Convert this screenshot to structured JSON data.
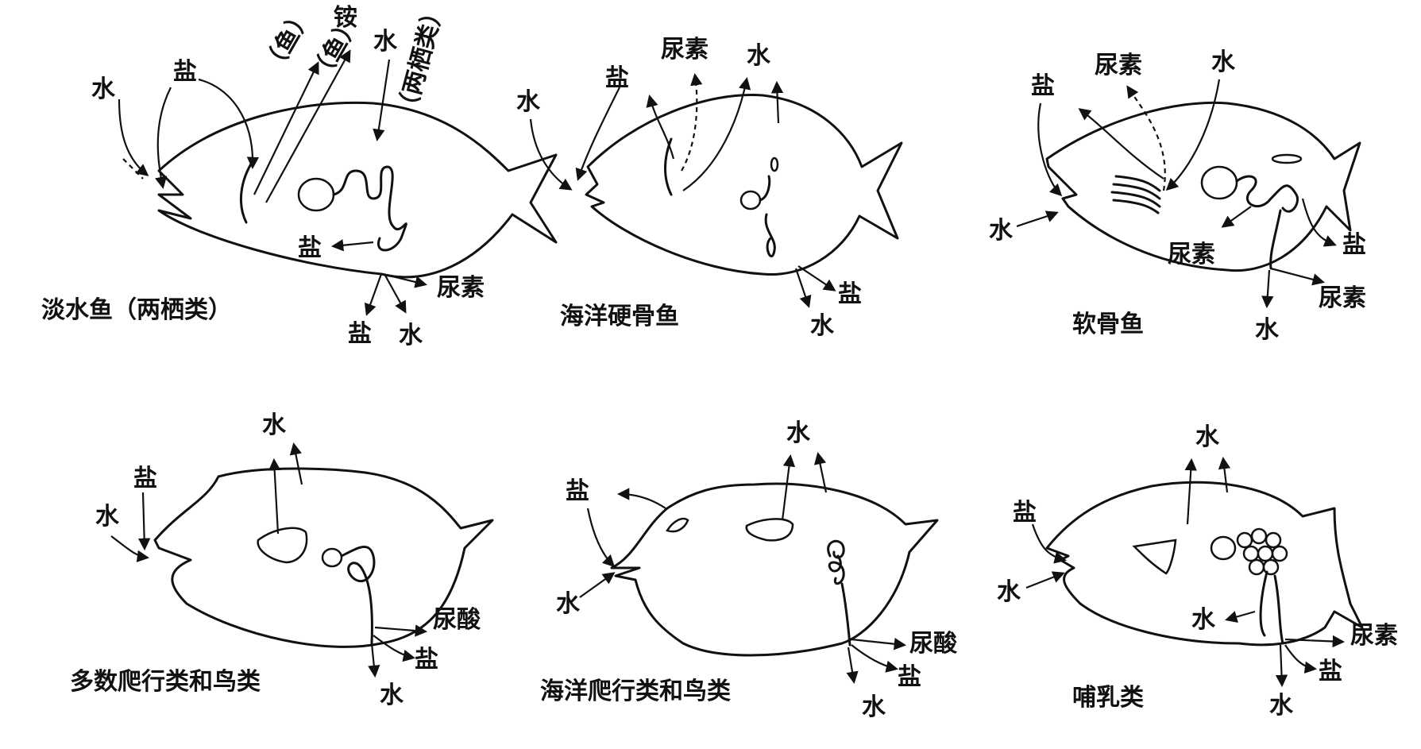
{
  "panels": [
    {
      "caption": "淡水鱼（两栖类）",
      "labels": [
        "水",
        "盐",
        "（鱼）",
        "（鱼）",
        "铵",
        "水",
        "（两栖类）",
        "盐",
        "尿素",
        "盐",
        "水"
      ]
    },
    {
      "caption": "海洋硬骨鱼",
      "labels": [
        "水",
        "盐",
        "尿素",
        "水",
        "盐",
        "水"
      ]
    },
    {
      "caption": "软骨鱼",
      "labels": [
        "盐",
        "尿素",
        "水",
        "水",
        "尿素",
        "盐",
        "尿素",
        "水"
      ]
    },
    {
      "caption": "多数爬行类和鸟类",
      "labels": [
        "水",
        "盐",
        "水",
        "尿酸",
        "盐",
        "水"
      ]
    },
    {
      "caption": "海洋爬行类和鸟类",
      "labels": [
        "盐",
        "水",
        "水",
        "尿酸",
        "盐",
        "水"
      ]
    },
    {
      "caption": "哺乳类",
      "labels": [
        "盐",
        "水",
        "水",
        "水",
        "尿素",
        "盐",
        "水"
      ]
    }
  ]
}
